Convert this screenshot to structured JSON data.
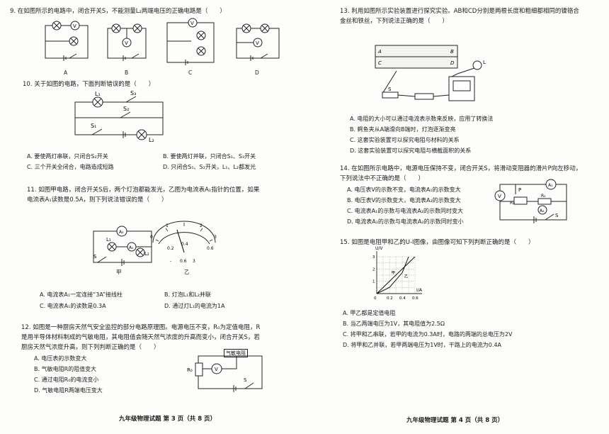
{
  "left": {
    "q9": {
      "stem": "9.  在如图所示的电路中，闭合开关S，不能测量L₂两端电压的正确电路是（　　）",
      "fig_labels": [
        "A",
        "B",
        "C",
        "D"
      ]
    },
    "q10": {
      "stem": "10. 关于如图的电路，下面判断错误的是（　　）",
      "options": [
        "A.  要使两灯串联，只闭合S₂开关",
        "B.  要使两灯并联，只闭合S₁、S₃开关",
        "C.  三个开关全闭合，电路造成短路",
        "D.  只闭合S₁、S₂开关，L₁、L₂都发光"
      ]
    },
    "q11": {
      "stem1": "11.  如图甲电路，闭合开关S后，两个灯泡都能发光，乙图为电流表A₁指针的位置，如果",
      "stem2": "电流表A₁读数是0.5A，则下列说法错误的是（　　）",
      "fig_labels": [
        "甲",
        "乙"
      ],
      "options": [
        "A.  电流表A₁一定连接“3A”接线柱",
        "B.  灯泡L₁和L₂并联",
        "C.  电流表A₁的读数是0.3A",
        "D.  通过灯L₁的电流为1A"
      ]
    },
    "q12": {
      "stem1": "12.  如图是一种厨房天然气安全监控的部分电路原理图。电源电压不变，R₀为定值电阻，R",
      "stem2": "是用半导体材料制成的气敏电阻，其电阻值会随天然气浓度的升高而变小，闭合开关S，若",
      "stem3": "厨房天然气浓度升高，则下列判断正确的是（　　）",
      "sensor_label": "气敏电阻",
      "options": [
        "A.  电压表的示数变大",
        "B.  气敏电阻R的阻值变大",
        "C.  通过电阻R₀的电流变小",
        "D.  气敏电阻R两端电压变大"
      ]
    },
    "footer": "九年级物理试题  第 3 页（共 8 页）"
  },
  "right": {
    "q13": {
      "stem1": "13.  利用如图所示实验装置进行探究实验。AB和CD分别是两根长度和粗细都相同的镍铬合",
      "stem2": "金丝和铁丝，下列说法正确的是（　　）",
      "options": [
        "A.  电阻的大小可以通过电流表示数来反映，应用了转换法",
        "B.  鳄鱼夹从A端滑向B端时，灯泡逐渐变亮",
        "C.  这套实验装置可以探究电阻与材料的关系",
        "D.  这套实验装置可以探究电阻与横截面积的关系"
      ]
    },
    "q14": {
      "stem1": "14.  在如图所示电路中，电源电压保持不变，闭合开关S，将滑动变阻器的滑片P向左移动，",
      "stem2": "下列说法中不正确的是（　　）",
      "options": [
        "A.  电压表V的示数不变，电流表A₁的示数变大",
        "B.  电压表V的示数变大，电流表A₂的示数变大",
        "C.  电流表A₁的示数与电流表A₂的示数同时变大",
        "D.  电流表A₁的示数与电流表A₂的示数同时变小"
      ]
    },
    "q15": {
      "stem": "15.  如图是电阻甲和乙的U-I图像，由图像可知下列判断正确的是（　　）",
      "options": [
        "A.  甲乙都是定值电阻",
        "B.  当乙两端电压为1V，其电阻值为2.5Ω",
        "C.  将甲和乙串联，若甲的电流为0.3A时，电路的两端的总电压为2V",
        "D.  将甲和乙并联，若甲两端电压为1V时，干路上的电流为0.4A"
      ]
    },
    "footer": "九年级物理试题  第 4 页（共 8 页）"
  },
  "chart_data": {
    "type": "line",
    "xlabel": "I/A",
    "ylabel": "U/V",
    "xlim": [
      0,
      0.6
    ],
    "ylim": [
      0,
      3
    ],
    "x_ticks": [
      "0",
      "0.2",
      "0.4",
      "0.6"
    ],
    "y_ticks": [
      "1",
      "2",
      "3"
    ],
    "grid": true,
    "series": [
      {
        "name": "甲",
        "x": [
          0,
          0.6
        ],
        "y": [
          0,
          3
        ]
      },
      {
        "name": "乙",
        "x": [
          0,
          0.2,
          0.4,
          0.5
        ],
        "y": [
          0,
          0.5,
          1.7,
          3
        ]
      }
    ]
  }
}
